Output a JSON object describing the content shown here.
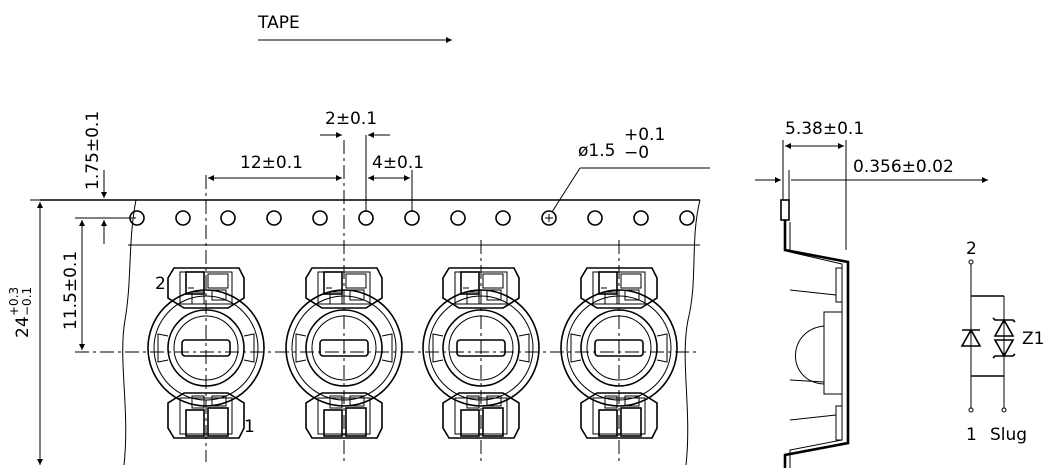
{
  "labels": {
    "tape": "TAPE",
    "d_1_75": "1.75±0.1",
    "d_2": "2±0.1",
    "d_12": "12±0.1",
    "d_4": "4±0.1",
    "d_phi_main": "ø1.5",
    "d_phi_tol_up": "+0.1",
    "d_phi_tol_low": "−0",
    "d_11_5": "11.5±0.1",
    "d_24_main": "24",
    "d_24_tol_up": "+0.3",
    "d_24_tol_low": "−0.1",
    "pin_2": "2",
    "pin_1": "1",
    "d_5_38": "5.38±0.1",
    "d_0_356": "0.356±0.02",
    "sch_pin_2": "2",
    "sch_z1": "Z1",
    "sch_1": "1",
    "sch_slug": "Slug"
  }
}
